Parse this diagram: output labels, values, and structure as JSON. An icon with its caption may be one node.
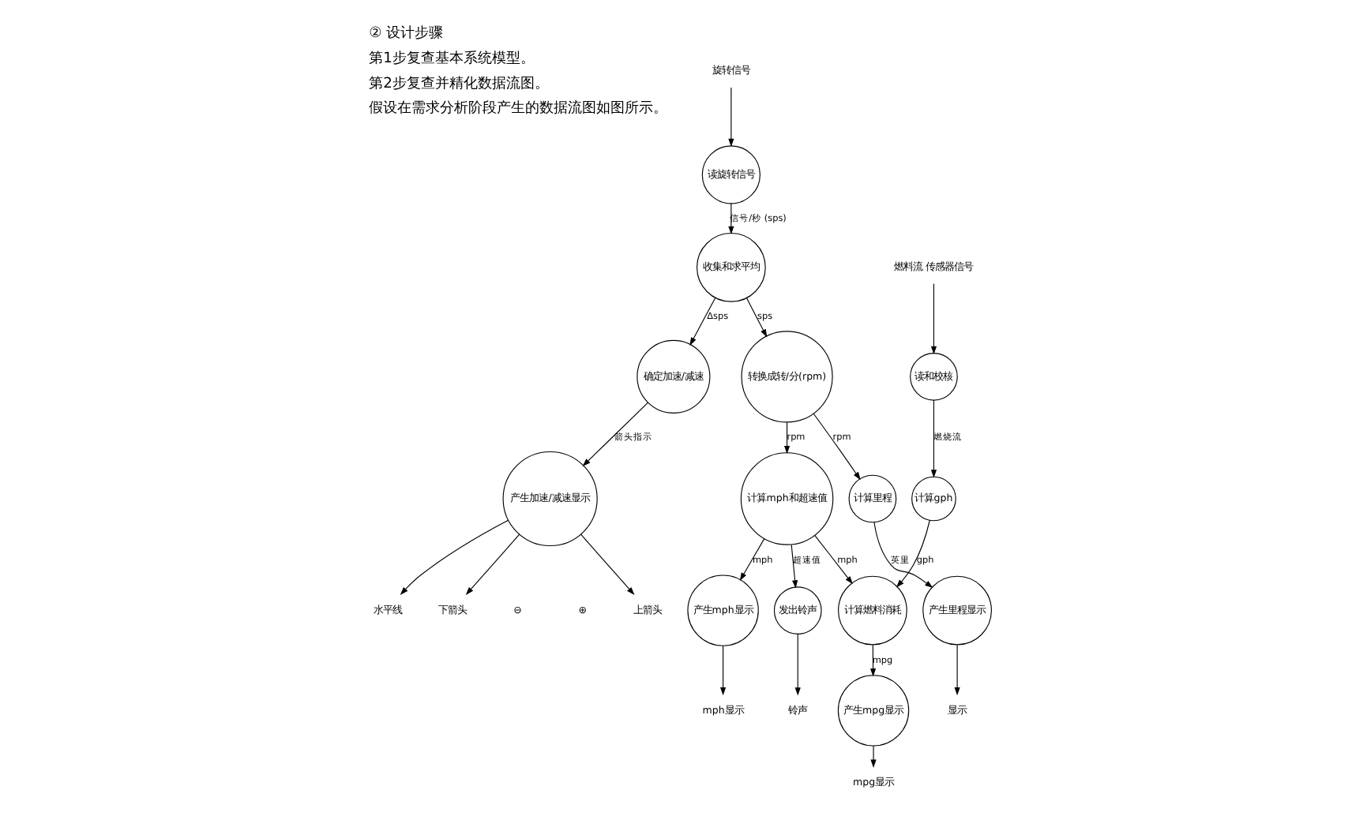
{
  "diagram": {
    "nodes": [
      {
        "text": [
          "旋转信号"
        ]
      },
      {
        "text": [
          "读旋转信号"
        ]
      },
      {
        "text": [
          "收集和求平均"
        ]
      },
      {
        "text": [
          "确定加速/减速"
        ]
      },
      {
        "text": [
          "产生加速/减速显示"
        ]
      },
      {
        "text": [
          "下箭头"
        ]
      },
      {
        "text": [
          "上箭头"
        ]
      },
      {
        "text": [
          "水平线"
        ]
      },
      {
        "text": [
          "转换成转/分(rpm)"
        ]
      },
      {
        "text": [
          "计算里程"
        ]
      },
      {
        "text": [
          "产生里程显示"
        ]
      },
      {
        "text": [
          "显示"
        ]
      },
      {
        "text": [
          "燃料流 传感器信号"
        ]
      },
      {
        "text": [
          "读和校核"
        ]
      },
      {
        "text": [
          "计算gph"
        ]
      },
      {
        "text": [
          "计算mph和超速值"
        ]
      },
      {
        "text": [
          "发出铃声"
        ]
      },
      {
        "text": [
          "铃声"
        ]
      },
      {
        "text": [
          "计算燃料消耗"
        ]
      },
      {
        "text": [
          "产生mph显示"
        ]
      },
      {
        "text": [
          "产生mpg显示"
        ]
      },
      {
        "text": [
          "mpg显示"
        ]
      },
      {
        "text": [
          "mph显示"
        ]
      }
    ],
    "edges": [
      {
        "from": 0,
        "to": 1,
        "arrow": "to"
      },
      {
        "from": 1,
        "to": 2,
        "arrow": "to",
        "label": "信号/秒 (sps)"
      },
      {
        "from": 2,
        "to": 3,
        "arrow": "to",
        "label": "Δsps"
      },
      {
        "from": 3,
        "to": 4,
        "arrow": "to",
        "label": "箭头指示"
      },
      {
        "from": 4,
        "to": 5,
        "arrow": "to"
      },
      {
        "from": 4,
        "to": 6,
        "arrow": "to"
      },
      {
        "from": 4,
        "to": 7,
        "arrow": "to"
      },
      {
        "from": 2,
        "to": 8,
        "arrow": "to",
        "label": "sps"
      },
      {
        "from": 8,
        "to": 9,
        "arrow": "to",
        "label": "rpm"
      },
      {
        "from": 8,
        "to": 15,
        "arrow": "to",
        "label": "rpm"
      },
      {
        "from": 9,
        "to": 10,
        "arrow": "to",
        "label": "英里"
      },
      {
        "from": 10,
        "to": 11,
        "arrow": "to"
      },
      {
        "from": 12,
        "to": 13,
        "arrow": "to"
      },
      {
        "from": 13,
        "to": 14,
        "arrow": "to",
        "label": "燃烧流"
      },
      {
        "from": 14,
        "to": 18,
        "arrow": "to",
        "label": "gph"
      },
      {
        "from": 15,
        "to": 18,
        "arrow": "to",
        "label": "mph"
      },
      {
        "from": 15,
        "to": 16,
        "arrow": "to",
        "label": "超速值"
      },
      {
        "from": 15,
        "to": 19,
        "arrow": "to",
        "label": "mph"
      },
      {
        "from": 16,
        "to": 17,
        "arrow": "to"
      },
      {
        "from": 18,
        "to": 20,
        "arrow": "to",
        "label": "mpg"
      },
      {
        "from": 20,
        "to": 21,
        "arrow": "to"
      },
      {
        "from": 19,
        "to": 22,
        "arrow": "to"
      }
    ],
    "labels": [
      "② 设计步骤",
      "第1步复查基本系统模型。",
      "第2步复查并精化数据流图。",
      "假设在需求分析阶段产生的数据流图如图所示。",
      "⊖",
      "⊕"
    ]
  }
}
